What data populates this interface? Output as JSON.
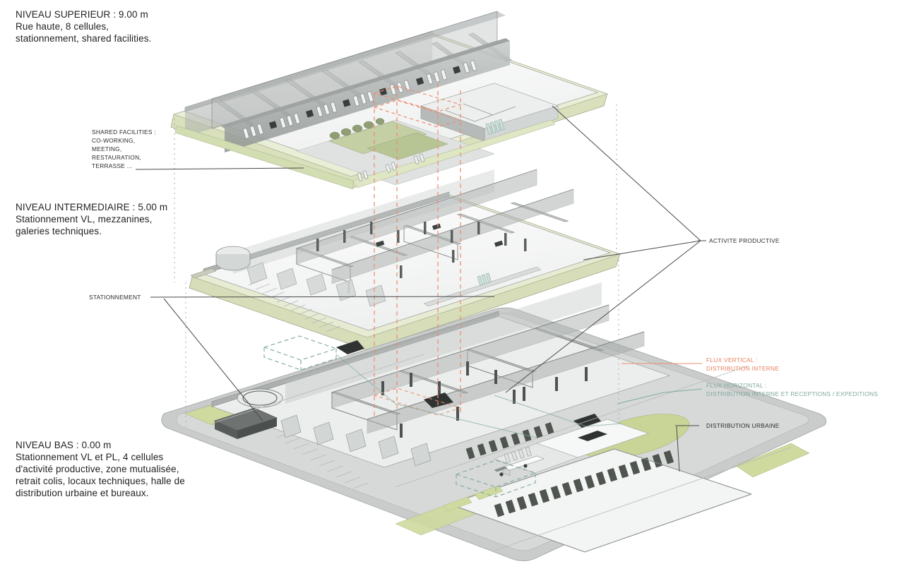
{
  "diagram": {
    "kind": "exploded-axonometric",
    "levels": [
      {
        "id": "upper",
        "title": "NIVEAU SUPERIEUR : 9.00 m",
        "desc_line1": "Rue haute, 8 cellules,",
        "desc_line2": "stationnement, shared facilities."
      },
      {
        "id": "intermediate",
        "title": "NIVEAU INTERMEDIAIRE : 5.00 m",
        "desc_line1": "Stationnement VL, mezzanines,",
        "desc_line2": "galeries techniques."
      },
      {
        "id": "lower",
        "title": "NIVEAU BAS : 0.00 m",
        "desc_line1": "Stationnement VL et PL, 4 cellules",
        "desc_line2": "d'activité productive, zone mutualisée,",
        "desc_line3": "retrait colis, locaux techniques, halle de",
        "desc_line4": "distribution urbaine et bureaux."
      }
    ],
    "annotations": {
      "shared_facilities": {
        "l1": "SHARED FACILITIES :",
        "l2": "CO-WORKING,",
        "l3": "MEETING,",
        "l4": "RESTAURATION,",
        "l5": "TERRASSE ..."
      },
      "stationnement": "STATIONNEMENT",
      "activite_productive": "ACTIVITE PRODUCTIVE",
      "distribution_urbaine": "DISTRIBUTION URBAINE",
      "flux_vertical": {
        "l1": "FLUX VERTICAL :",
        "l2": "DISTRIBUTION INTERNE"
      },
      "flux_horizontal": {
        "l1": "FLUX HORIZONTAL :",
        "l2": "DISTRIBUTION INTERNE ET RECEPTIONS / EXPEDITIONS"
      }
    },
    "colors": {
      "flux_vertical": "#e98060",
      "flux_horizontal": "#7fa8a0",
      "leader": "#4a4a4a",
      "slab_green": "#dfe6c4",
      "slab_grey": "#c9cccb",
      "wall_light": "#e8eae9",
      "wall_mid": "#b9bcbb",
      "wall_dark": "#8d9291",
      "text": "#231f20",
      "ground": "#c6c9c8",
      "lawn": "#c3d08a"
    }
  }
}
